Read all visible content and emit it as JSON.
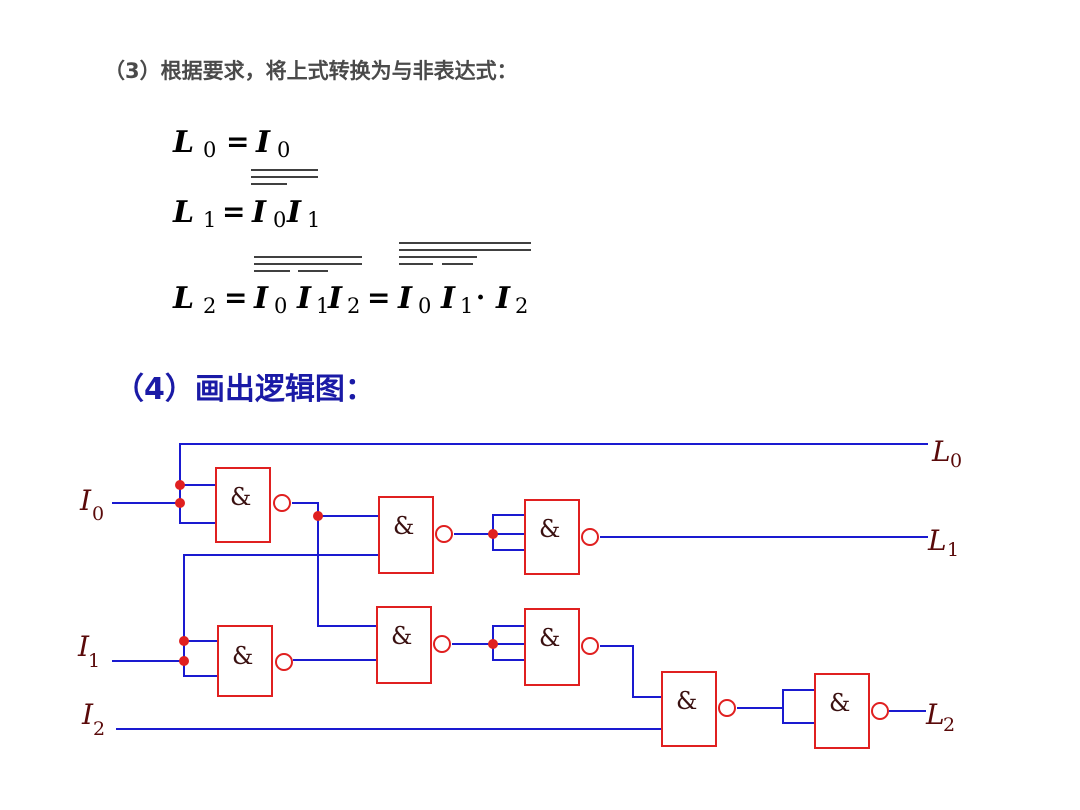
{
  "headings": {
    "step3": "（3）根据要求，将上式转换为与非表达式：",
    "step4": "（4）画出逻辑图："
  },
  "equations": {
    "L": "L",
    "I": "I",
    "eq": "=",
    "dot": "·",
    "s0": "0",
    "s1": "1",
    "s2": "2"
  },
  "diagram": {
    "gate_symbol": "&",
    "signals": {
      "inputs": [
        {
          "letter": "I",
          "sub": "0"
        },
        {
          "letter": "I",
          "sub": "1"
        },
        {
          "letter": "I",
          "sub": "2"
        }
      ],
      "outputs": [
        {
          "letter": "L",
          "sub": "0"
        },
        {
          "letter": "L",
          "sub": "1"
        },
        {
          "letter": "L",
          "sub": "2"
        }
      ]
    }
  },
  "colors": {
    "wire": "#1a1ad0",
    "gate": "#e02020",
    "heading4": "#1a1aa6"
  }
}
